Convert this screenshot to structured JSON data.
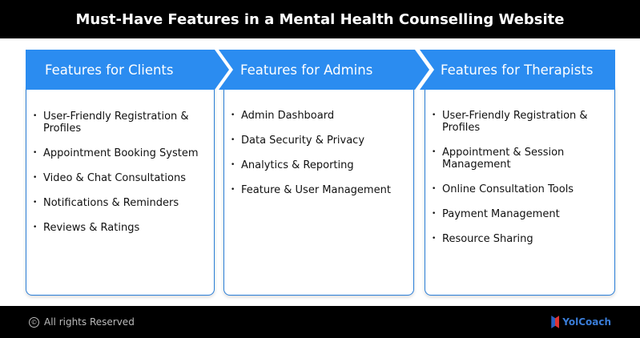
{
  "title": "Must-Have Features in a Mental Health Counselling Website",
  "columns": [
    {
      "heading": "Features for Clients",
      "items": [
        "User-Friendly Registration & Profiles",
        "Appointment Booking System",
        "Video & Chat Consultations",
        "Notifications & Reminders",
        "Reviews & Ratings"
      ]
    },
    {
      "heading": "Features for Admins",
      "items": [
        "Admin Dashboard",
        "Data Security & Privacy",
        "Analytics & Reporting",
        "Feature & User Management"
      ]
    },
    {
      "heading": "Features for Therapists",
      "items": [
        "User-Friendly Registration & Profiles",
        "Appointment & Session Management",
        "Online Consultation Tools",
        "Payment Management",
        "Resource Sharing"
      ]
    }
  ],
  "footer": {
    "copyright_symbol": "©",
    "copyright": "All rights Reserved",
    "brand": "YolCoach"
  },
  "colors": {
    "accent": "#2b8cf0"
  }
}
